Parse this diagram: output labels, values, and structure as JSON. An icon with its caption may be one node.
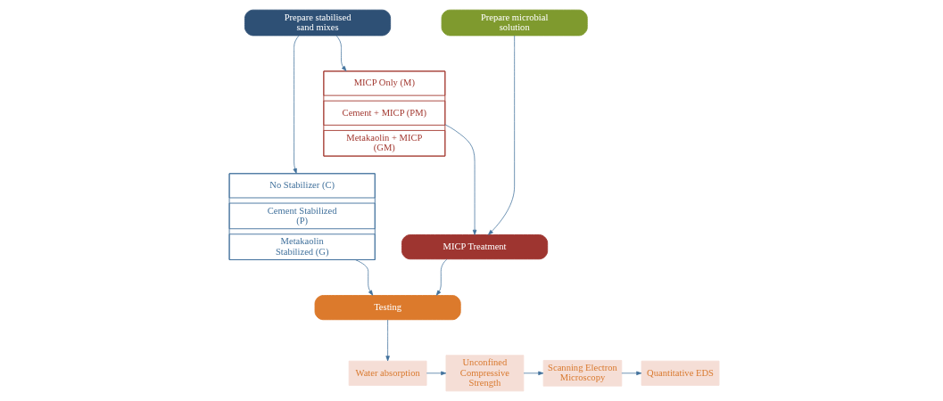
{
  "diagram": {
    "nodes": [
      {
        "text": [
          "Prepare stabilised sand mixes"
        ]
      },
      {
        "text": [
          "Prepare microbial solution"
        ]
      },
      {
        "text": [],
        "shape": "box"
      },
      {
        "text": [
          "No Stabilizer (C)"
        ],
        "in": 2
      },
      {
        "text": [
          "Cement Stabilized (P)"
        ],
        "in": 2
      },
      {
        "text": [
          "Metakaolin Stabilized (G)"
        ],
        "in": 2
      },
      {
        "text": [],
        "shape": "box"
      },
      {
        "text": [
          "MICP Only (M)"
        ],
        "in": 6
      },
      {
        "text": [
          "Cement + MICP (PM)"
        ],
        "in": 6
      },
      {
        "text": [
          "Metakaolin + MICP (GM)"
        ],
        "in": 6
      },
      {
        "text": [
          "MICP Treatment"
        ]
      },
      {
        "text": [
          "Testing"
        ]
      },
      {
        "text": [
          "Water absorption"
        ]
      },
      {
        "text": [
          "Unconfined Compressive Strength"
        ]
      },
      {
        "text": [
          "Scanning Electron Microscopy"
        ]
      },
      {
        "text": [
          "Quantitative EDS"
        ]
      }
    ],
    "edges": [
      {
        "from": 0,
        "to": 2,
        "arrow": "to"
      },
      {
        "from": 0,
        "to": 6,
        "arrow": "to"
      },
      {
        "from": 1,
        "to": 10,
        "arrow": "to"
      },
      {
        "from": 8,
        "to": 10,
        "arrow": "to"
      },
      {
        "from": 10,
        "to": 11,
        "arrow": "to"
      },
      {
        "from": 2,
        "to": 11,
        "arrow": "to"
      },
      {
        "from": 11,
        "to": 12,
        "arrow": "to"
      },
      {
        "from": 12,
        "to": 13,
        "arrow": "to"
      },
      {
        "from": 13,
        "to": 14,
        "arrow": "to"
      },
      {
        "from": 14,
        "to": 15,
        "arrow": "to"
      }
    ]
  }
}
